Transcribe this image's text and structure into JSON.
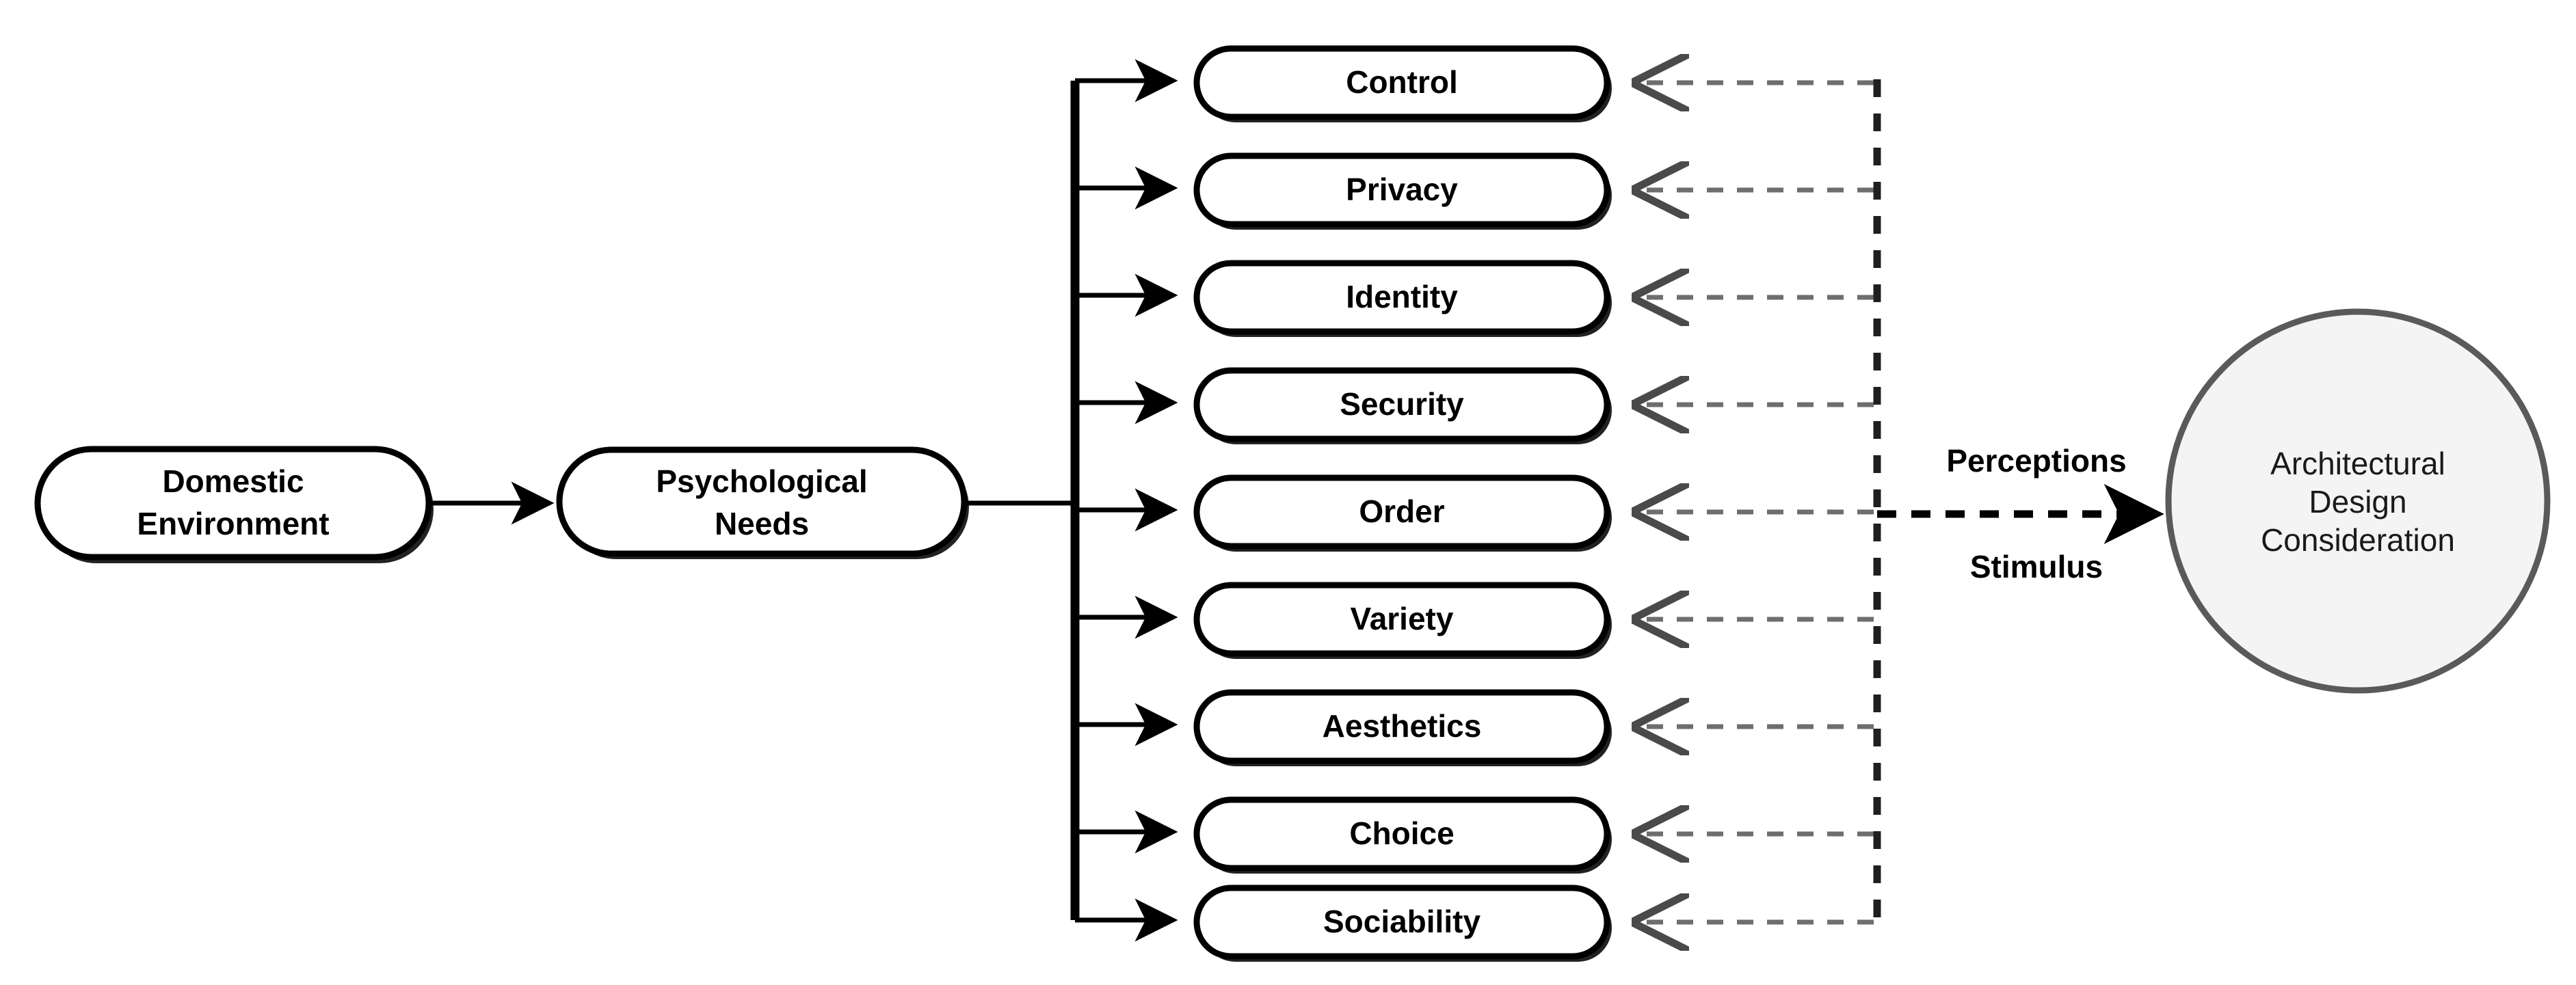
{
  "diagram": {
    "title": "Domestic Environment psychological needs to architectural design consideration flow",
    "stages": {
      "source": {
        "name": "domestic-environment",
        "line1": "Domestic",
        "line2": "Environment"
      },
      "middle": {
        "name": "psychological-needs",
        "line1": "Psychological",
        "line2": "Needs"
      },
      "target": {
        "name": "architectural-design-consideration",
        "line1": "Architectural",
        "line2": "Design",
        "line3": "Consideration"
      }
    },
    "needs": [
      {
        "label": "Control"
      },
      {
        "label": "Privacy"
      },
      {
        "label": "Identity"
      },
      {
        "label": "Security"
      },
      {
        "label": "Order"
      },
      {
        "label": "Variety"
      },
      {
        "label": "Aesthetics"
      },
      {
        "label": "Choice"
      },
      {
        "label": "Sociability"
      }
    ],
    "edge_labels": {
      "perceptions": "Perceptions",
      "stimulus": "Stimulus"
    },
    "colors": {
      "node_stroke": "#000000",
      "node_fill": "#ffffff",
      "circle_stroke": "#5a5a5a",
      "circle_fill": "#f4f4f4",
      "dashed_stroke": "#6e6e6e",
      "text": "#000000",
      "background": "#ffffff"
    }
  }
}
